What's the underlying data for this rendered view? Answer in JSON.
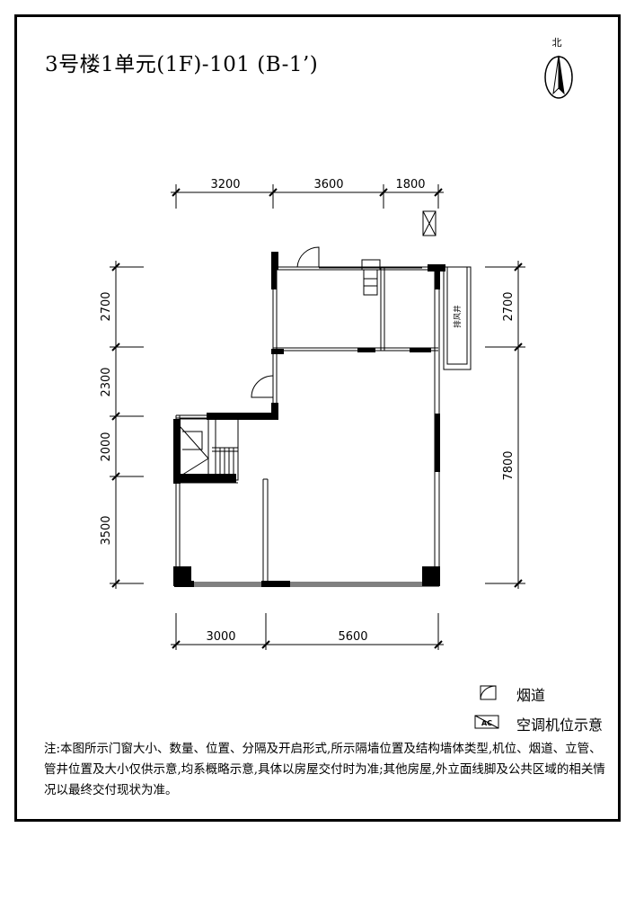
{
  "title": "3号楼1单元(1F)-101 (B-1’)",
  "compass": {
    "label": "北"
  },
  "dimensions": {
    "top": [
      "3200",
      "3600",
      "1800"
    ],
    "bottom": [
      "3000",
      "5600"
    ],
    "left": [
      "2700",
      "2300",
      "2000",
      "3500"
    ],
    "right": [
      "2700",
      "7800"
    ]
  },
  "room_labels": {
    "vent_shaft": "排风井"
  },
  "legend": {
    "flue": "烟道",
    "ac": "空调机位示意",
    "ac_symbol": "AC"
  },
  "note": "注:本图所示门窗大小、数量、位置、分隔及开启形式,所示隔墙位置及结构墙体类型,机位、烟道、立管、管井位置及大小仅供示意,均系概略示意,具体以房屋交付时为准;其他房屋,外立面线脚及公共区域的相关情况以最终交付现状为准。"
}
